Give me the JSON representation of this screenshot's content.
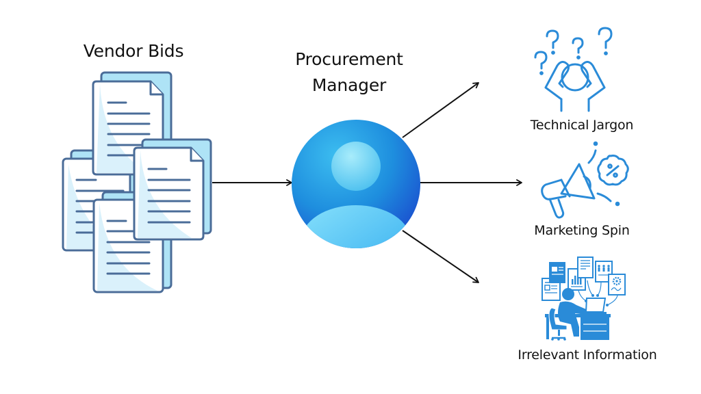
{
  "source": {
    "title": "Vendor Bids",
    "icon": "document-stack-icon",
    "document_count": 4
  },
  "center": {
    "title_line1": "Procurement",
    "title_line2": "Manager",
    "icon": "user-avatar-icon"
  },
  "outputs": [
    {
      "label": "Technical Jargon",
      "icon": "confused-person-icon"
    },
    {
      "label": "Marketing Spin",
      "icon": "megaphone-discount-icon"
    },
    {
      "label": "Irrelevant Information",
      "icon": "office-worker-documents-icon"
    }
  ],
  "colors": {
    "doc_outline": "#4a6c98",
    "doc_back": "#aee3f6",
    "doc_front": "#ffffff",
    "doc_shade": "#daf1fb",
    "icon_blue": "#2a8bd8",
    "avatar_dark": "#1f5fd6",
    "avatar_light": "#57c8f2",
    "arrow": "#111111",
    "text": "#111111"
  }
}
